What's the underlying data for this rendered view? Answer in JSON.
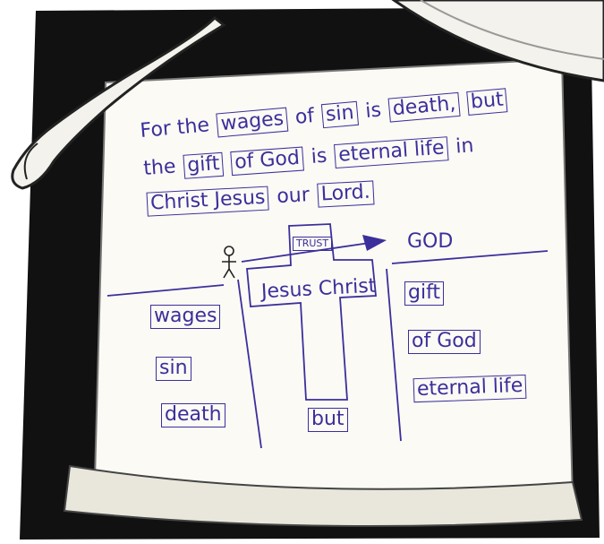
{
  "verse": {
    "line1": {
      "t1": "For the",
      "b1": "wages",
      "t2": "of",
      "b2": "sin",
      "t3": "is",
      "b3": "death,",
      "b4": "but"
    },
    "line2": {
      "t1": "the",
      "b1": "gift",
      "t2": "of God",
      "t3": "is",
      "b2": "eternal life",
      "t4": "in"
    },
    "line3": {
      "b1": "Christ Jesus",
      "t1": "our",
      "b2": "Lord."
    }
  },
  "diagram": {
    "trust": "TRUST",
    "god": "GOD",
    "jesus_christ": "Jesus Christ",
    "but": "but",
    "left": [
      "wages",
      "sin",
      "death"
    ],
    "right": [
      "gift",
      "of God",
      "eternal life"
    ]
  },
  "colors": {
    "ink": "#3b2f9c",
    "frame": "#111111",
    "paper": "#fbfaf4"
  }
}
